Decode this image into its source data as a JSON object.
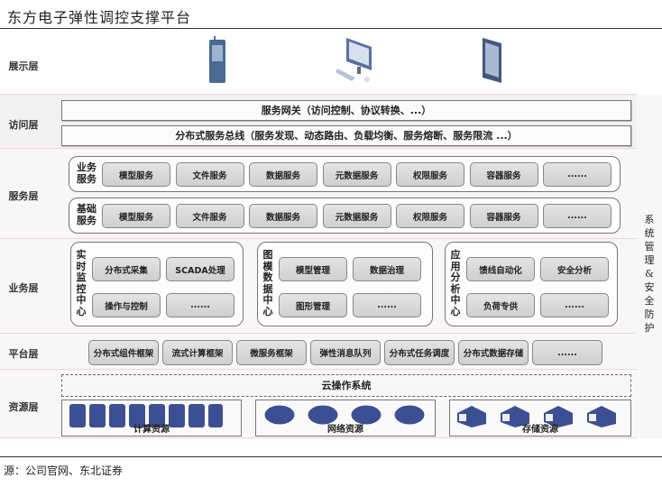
{
  "title": "东方电子弹性调控支撑平台",
  "layers": {
    "display": "展示层",
    "access": "访问层",
    "service": "服务层",
    "business": "业务层",
    "platform": "平台层",
    "resource": "资源层"
  },
  "access": {
    "gateway": "服务网关（访问控制、协议转换、...）",
    "bus": "分布式服务总线（服务发现、动态路由、负载均衡、服务熔断、服务限流 ...）"
  },
  "service": {
    "business": {
      "label": "业务服务",
      "items": [
        "模型服务",
        "文件服务",
        "数据服务",
        "元数据服务",
        "权限服务",
        "容器服务",
        "......"
      ]
    },
    "basic": {
      "label": "基础服务",
      "items": [
        "模型服务",
        "文件服务",
        "数据服务",
        "元数据服务",
        "权限服务",
        "容器服务",
        "......"
      ]
    }
  },
  "business": [
    {
      "label": "实时监控中心",
      "items": [
        "分布式采集",
        "SCADA处理",
        "操作与控制",
        "......"
      ]
    },
    {
      "label": "图模数据中心",
      "items": [
        "模型管理",
        "数据治理",
        "图形管理",
        "......"
      ]
    },
    {
      "label": "应用分析中心",
      "items": [
        "馈线自动化",
        "安全分析",
        "负荷专供",
        "......"
      ]
    }
  ],
  "platform": [
    "分布式组件框架",
    "流式计算框架",
    "微服务框架",
    "弹性消息队列",
    "分布式任务调度",
    "分布式数据存储",
    "......"
  ],
  "resource": {
    "cloud_os": "云操作系统",
    "groups": [
      "计算资源",
      "网络资源",
      "存储资源"
    ]
  },
  "side": "系统管理&安全防护",
  "source": "源：公司官网、东北证券"
}
